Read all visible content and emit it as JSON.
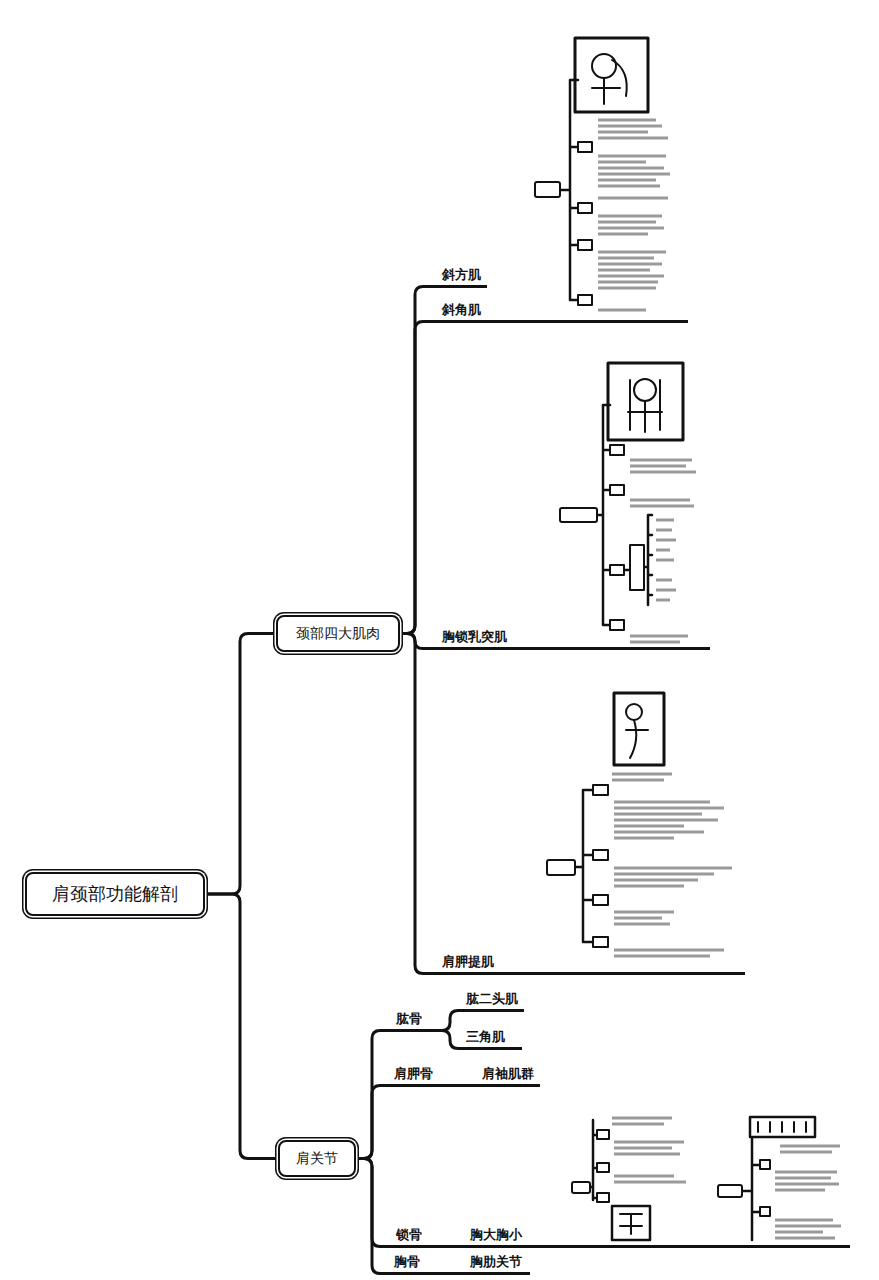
{
  "diagram": {
    "nodes": [
      {
        "text": [
          "肩颈部功能解剖"
        ]
      },
      {
        "text": [
          "颈部四大肌肉"
        ]
      },
      {
        "text": [
          "斜方肌"
        ]
      },
      {
        "text": [
          "斜角肌"
        ]
      },
      {
        "text": [
          "胸锁乳突肌"
        ]
      },
      {
        "text": [
          "肩胛提肌"
        ]
      },
      {
        "text": [
          "肩关节"
        ]
      },
      {
        "text": [
          "肱骨"
        ]
      },
      {
        "text": [
          "肱二头肌"
        ]
      },
      {
        "text": [
          "三角肌"
        ]
      },
      {
        "text": [
          "肩胛骨"
        ]
      },
      {
        "text": [
          "肩袖肌群"
        ]
      },
      {
        "text": [
          "锁骨"
        ]
      },
      {
        "text": [
          "胸大胸小"
        ]
      },
      {
        "text": [
          "胸骨"
        ]
      },
      {
        "text": [
          "胸肋关节"
        ]
      }
    ],
    "edges": [
      {
        "from": 0,
        "to": 1,
        "arrow": "none"
      },
      {
        "from": 0,
        "to": 6,
        "arrow": "none"
      },
      {
        "from": 1,
        "to": 2,
        "arrow": "none"
      },
      {
        "from": 1,
        "to": 3,
        "arrow": "none"
      },
      {
        "from": 1,
        "to": 4,
        "arrow": "none"
      },
      {
        "from": 1,
        "to": 5,
        "arrow": "none"
      },
      {
        "from": 6,
        "to": 7,
        "arrow": "none"
      },
      {
        "from": 6,
        "to": 10,
        "arrow": "none"
      },
      {
        "from": 6,
        "to": 12,
        "arrow": "none"
      },
      {
        "from": 6,
        "to": 14,
        "arrow": "none"
      },
      {
        "from": 7,
        "to": 8,
        "arrow": "none"
      },
      {
        "from": 7,
        "to": 9,
        "arrow": "none"
      },
      {
        "from": 10,
        "to": 11,
        "arrow": "none"
      },
      {
        "from": 12,
        "to": 13,
        "arrow": "none"
      },
      {
        "from": 14,
        "to": 15,
        "arrow": "none"
      }
    ]
  }
}
